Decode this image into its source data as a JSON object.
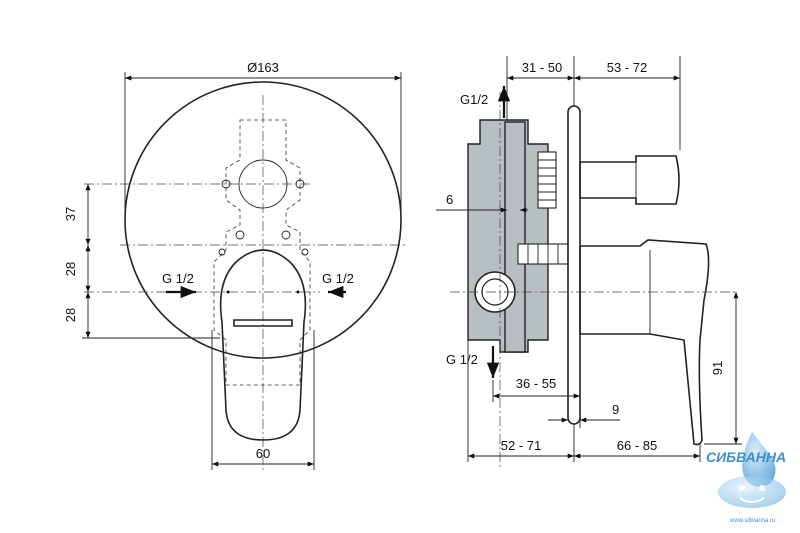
{
  "front_view": {
    "diameter": "Ø163",
    "dim_37": "37",
    "dim_28_top": "28",
    "dim_28_bottom": "28",
    "inlet_left": "G 1/2",
    "inlet_right": "G 1/2",
    "width_60": "60"
  },
  "side_view": {
    "top_outlet": "G1/2",
    "bottom_outlet": "G 1/2",
    "dim_31_50": "31 - 50",
    "dim_53_72": "53 - 72",
    "dim_6": "6",
    "dim_36_55": "36 - 55",
    "dim_9": "9",
    "dim_52_71": "52 - 71",
    "dim_66_85": "66 - 85",
    "dim_91": "91"
  },
  "watermark": {
    "brand": "СИБВАННА",
    "url": "www.sibvanna.ru"
  }
}
